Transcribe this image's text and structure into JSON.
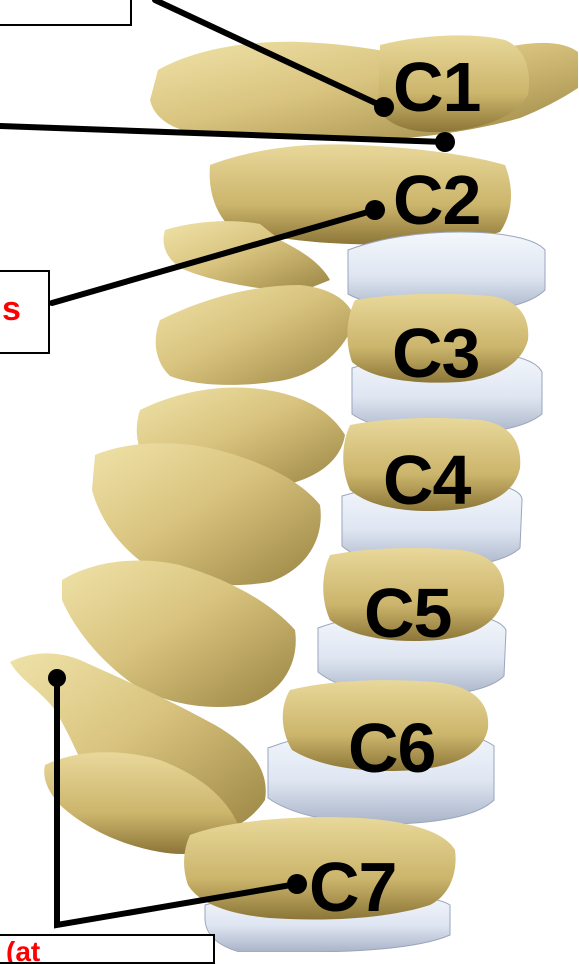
{
  "diagram": {
    "vertebra_labels": [
      "C1",
      "C2",
      "C3",
      "C4",
      "C5",
      "C6",
      "C7"
    ],
    "callouts": {
      "top_box": "",
      "middle_box": "s",
      "bottom_box": "(at"
    },
    "colors": {
      "bone": "#d9c47f",
      "bone_shadow": "#9a8442",
      "bone_highlight": "#efe2a8",
      "disc": "#dfe6f2",
      "disc_shadow": "#a9b4c8",
      "label_text": "#000000",
      "callout_text": "#ff0000",
      "leader_line": "#000000"
    }
  }
}
